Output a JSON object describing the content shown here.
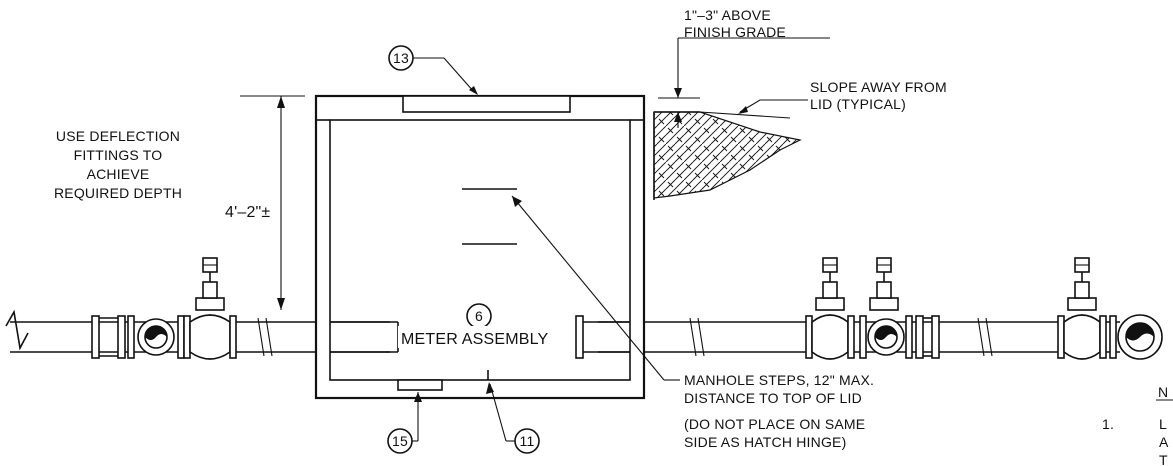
{
  "labels": {
    "grade_line1": "1\"–3\" ABOVE",
    "grade_line2": "FINISH GRADE",
    "slope_line1": "SLOPE AWAY FROM",
    "slope_line2": "LID (TYPICAL)",
    "deflection_line1": "USE DEFLECTION",
    "deflection_line2": "FITTINGS TO",
    "deflection_line3": "ACHIEVE",
    "deflection_line4": "REQUIRED DEPTH",
    "depth_dimension": "4'–2\"±",
    "meter_assembly": "METER ASSEMBLY",
    "manhole_line1": "MANHOLE STEPS, 12\" MAX.",
    "manhole_line2": "DISTANCE TO TOP OF LID",
    "manhole_line3": "(DO NOT PLACE ON SAME",
    "manhole_line4": "SIDE AS HATCH HINGE)"
  },
  "callouts": {
    "hatch": "13",
    "meter": "6",
    "drain": "15",
    "sump": "11"
  },
  "notes": {
    "heading_fragment": "N",
    "item_number": "1.",
    "line1": "L",
    "line2": "A",
    "line3": "T"
  },
  "colors": {
    "ink": "#111111",
    "paper": "#ffffff"
  }
}
